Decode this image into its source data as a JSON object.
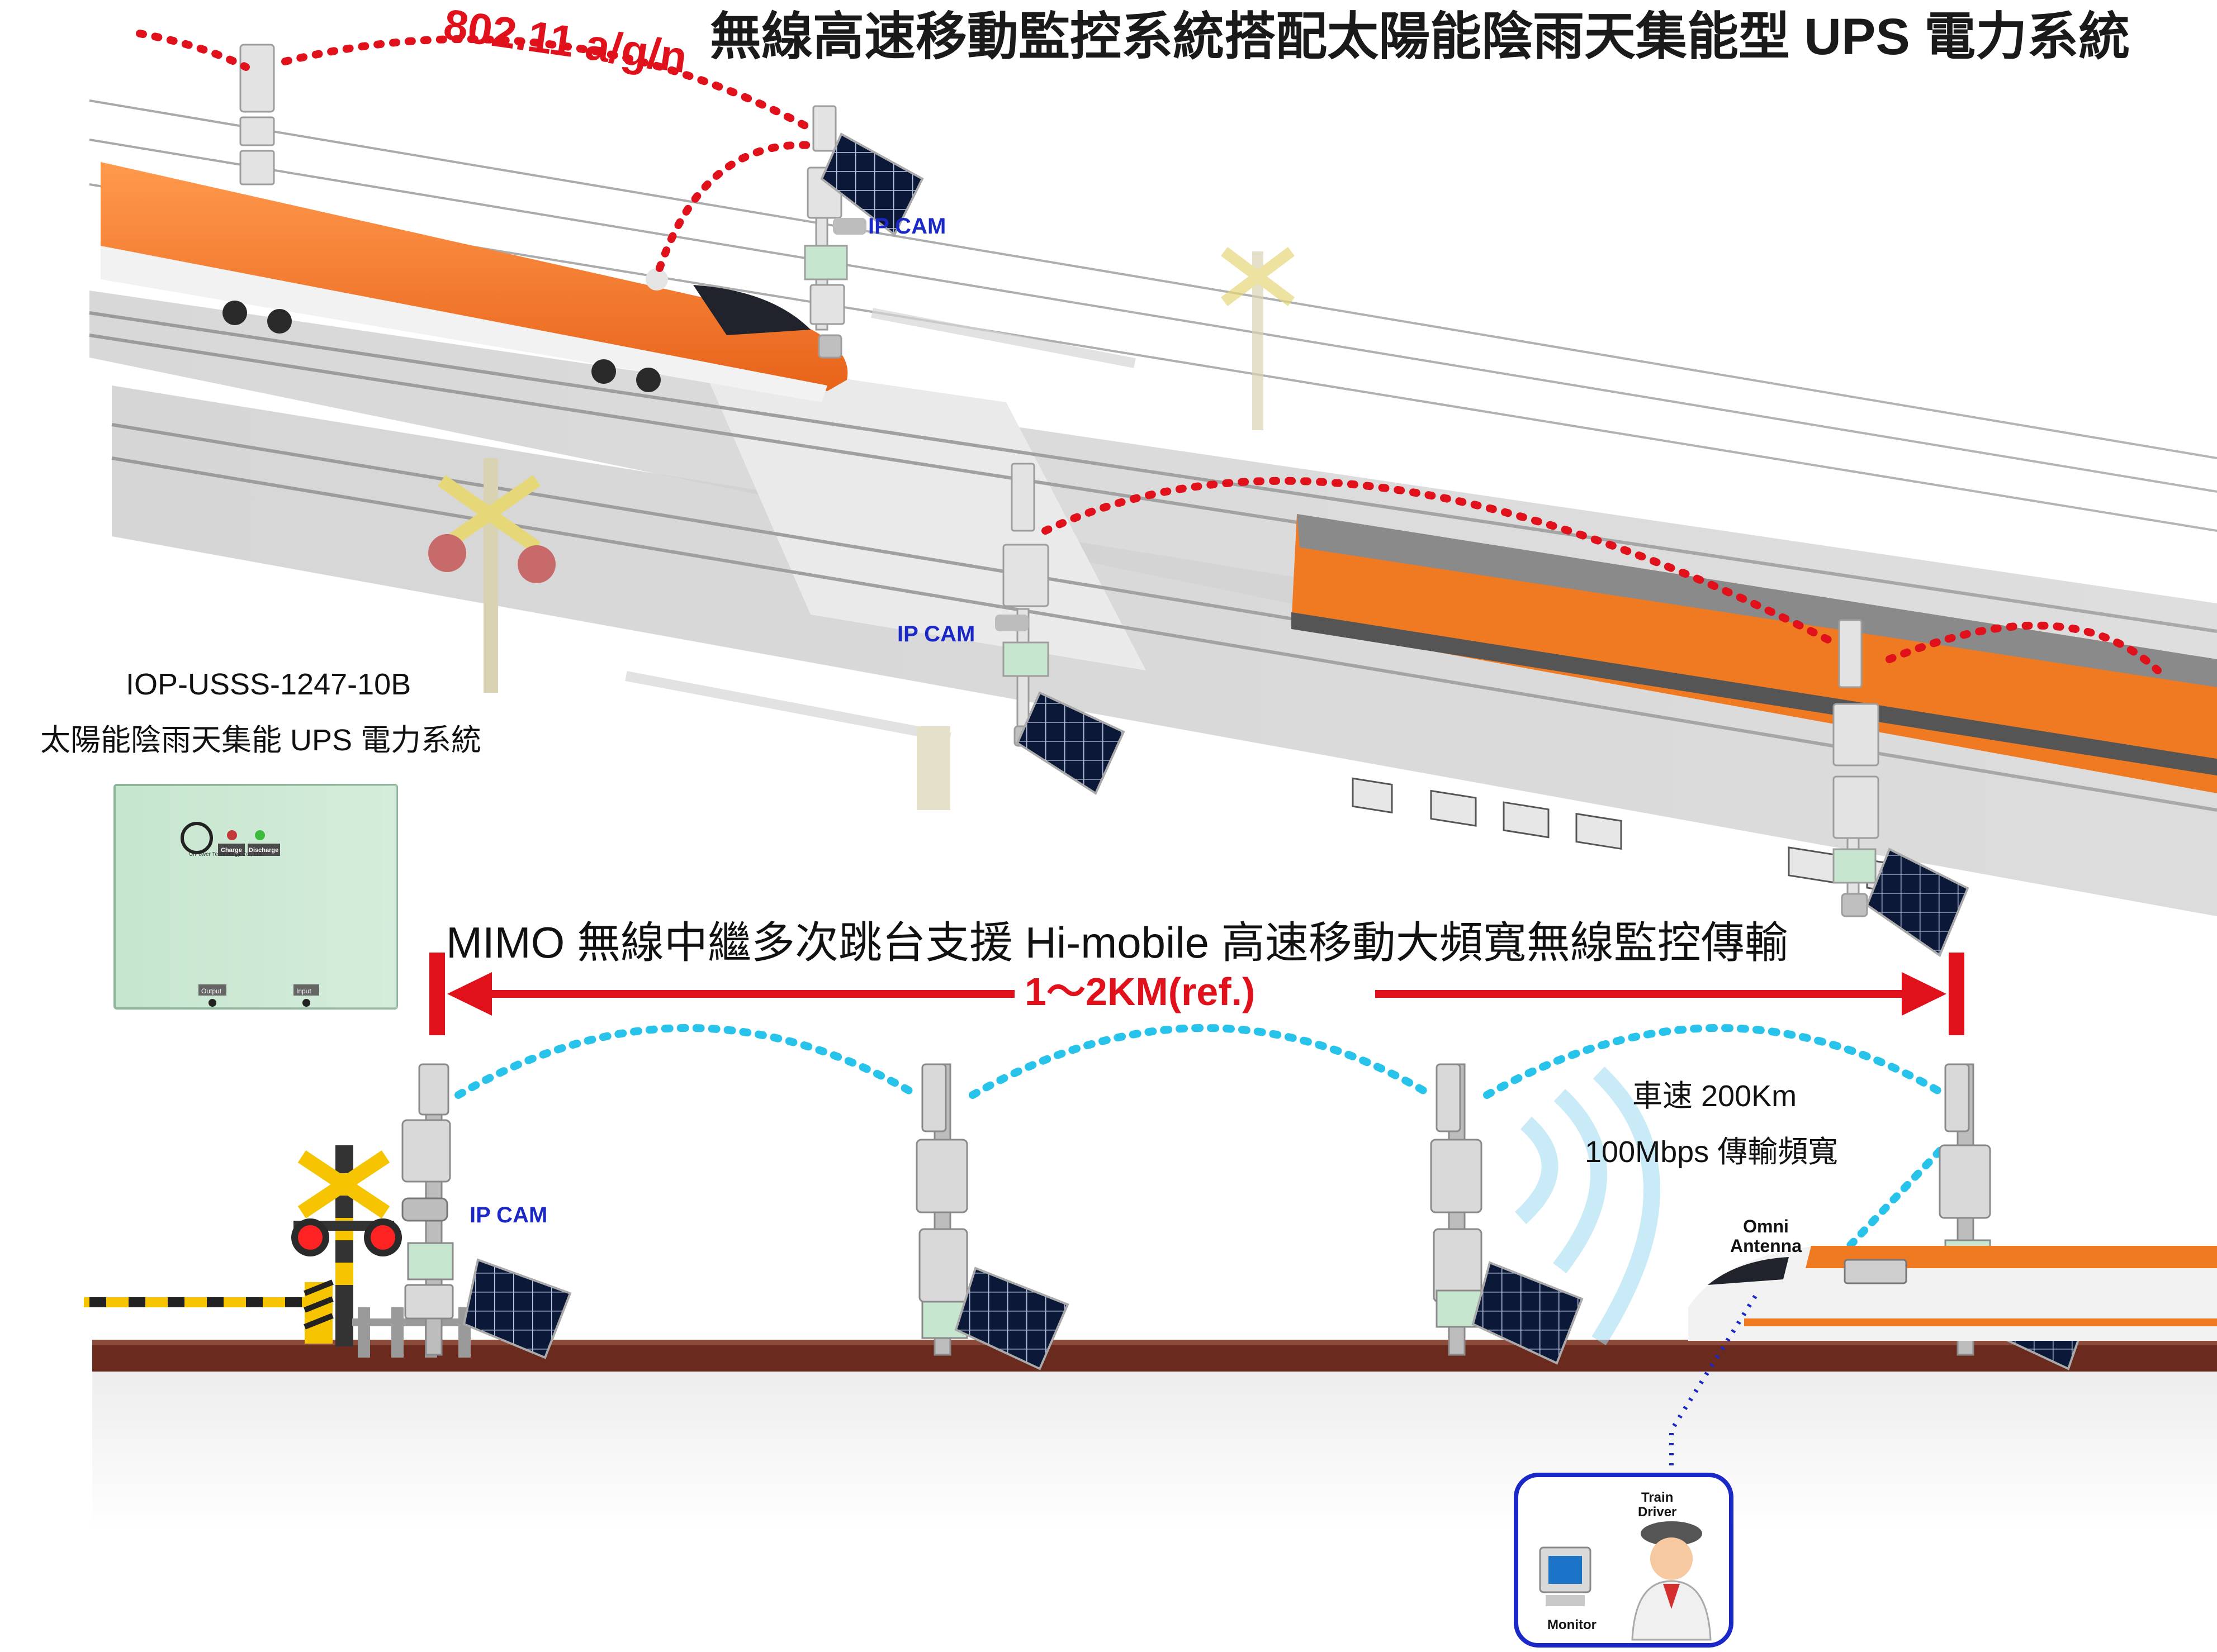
{
  "title": "無線高速移動監控系統搭配太陽能陰雨天集能型 UPS 電力系統",
  "wireless_standard": "802.11 a/g/n",
  "ip_cam_label": "IP CAM",
  "ups": {
    "model": "IOP-USSS-1247-10B",
    "system_name": "太陽能陰雨天集能 UPS 電力系統",
    "brand": "UrPower Technology Co., Ltd",
    "charge_label": "Charge",
    "discharge_label": "Discharge",
    "output_label": "Output",
    "input_label": "Input"
  },
  "relay_heading": "MIMO 無線中繼多次跳台支援 Hi-mobile 高速移動大頻寬無線監控傳輸",
  "distance_label": "1～2KM(ref.)",
  "train_speed": "車速 200Km",
  "bandwidth": "100Mbps 傳輸頻寬",
  "omni_antenna": [
    "Omni",
    "Antenna"
  ],
  "train_driver": [
    "Train",
    "Driver"
  ],
  "monitor_label": "Monitor",
  "colors": {
    "link_red": "#e0111b",
    "link_cyan": "#27c3ea",
    "text_blue": "#1b28c8",
    "train_orange": "#f07a22",
    "ups_green": "#c6e6cf",
    "ground_brown": "#6a2a1e"
  }
}
